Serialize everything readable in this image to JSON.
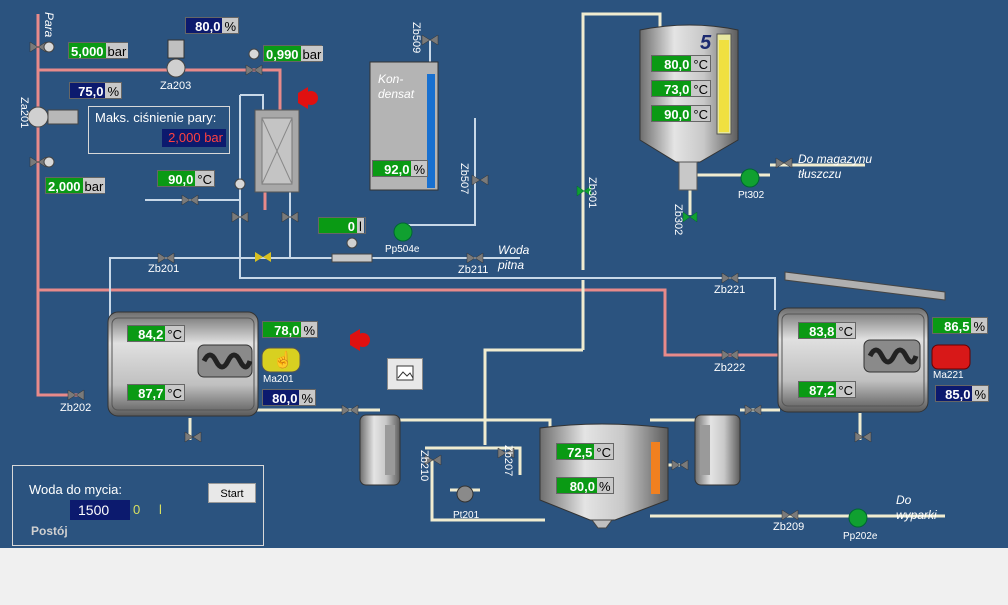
{
  "readings": {
    "steam_pressure": {
      "value": "5,000",
      "unit": "bar"
    },
    "za203_opening": {
      "value": "80,0",
      "unit": "%"
    },
    "pressure_after": {
      "value": "0,990",
      "unit": "bar"
    },
    "za201_opening": {
      "value": "75,0",
      "unit": "%"
    },
    "pressure_low": {
      "value": "2,000",
      "unit": "bar"
    },
    "exchanger_temp": {
      "value": "90,0",
      "unit": "°C"
    },
    "counter_value": {
      "value": "0",
      "unit": "l"
    },
    "condensate_level": {
      "value": "92,0",
      "unit": "%"
    },
    "tank5_temp1": {
      "value": "80,0",
      "unit": "°C"
    },
    "tank5_temp2": {
      "value": "73,0",
      "unit": "°C"
    },
    "tank5_temp3": {
      "value": "90,0",
      "unit": "°C"
    },
    "left_tank_temp1": {
      "value": "84,2",
      "unit": "°C"
    },
    "left_tank_temp2": {
      "value": "87,7",
      "unit": "°C"
    },
    "left_tank_level": {
      "value": "78,0",
      "unit": "%"
    },
    "left_tank_speed": {
      "value": "80,0",
      "unit": "%"
    },
    "right_tank_temp1": {
      "value": "83,8",
      "unit": "°C"
    },
    "right_tank_temp2": {
      "value": "87,2",
      "unit": "°C"
    },
    "right_tank_level": {
      "value": "86,5",
      "unit": "%"
    },
    "right_tank_speed": {
      "value": "85,0",
      "unit": "%"
    },
    "bottom_tank_temp": {
      "value": "72,5",
      "unit": "°C"
    },
    "bottom_tank_level": {
      "value": "80,0",
      "unit": "%"
    }
  },
  "max_pressure_panel": {
    "title": "Maks. ciśnienie pary:",
    "value": "2,000 bar"
  },
  "wash_panel": {
    "title": "Woda do mycia:",
    "value": "1500",
    "zero": "0",
    "unit": "l",
    "start_label": "Start",
    "status": "Postój"
  },
  "tank5_number": "5",
  "condensate_label": "Kon- densat",
  "labels": {
    "para": "Para",
    "za203": "Za203",
    "za201": "Za201",
    "zb509": "Zb509",
    "zb507": "Zb507",
    "pp504e": "Pp504e",
    "zb211": "Zb211",
    "woda_pitna_1": "Woda",
    "woda_pitna_2": "pitna",
    "zb201": "Zb201",
    "zb202": "Zb202",
    "ma201": "Ma201",
    "zb301": "Zb301",
    "zb302": "Zb302",
    "pt302": "Pt302",
    "do_magazynu_1": "Do magazynu",
    "do_magazynu_2": "tłuszczu",
    "zb221": "Zb221",
    "zb222": "Zb222",
    "ma221": "Ma221",
    "zb210": "Zb210",
    "zb207": "Zb207",
    "pt201": "Pt201",
    "zb209": "Zb209",
    "pp202e": "Pp202e",
    "do_wyparki_1": "Do",
    "do_wyparki_2": "wyparki"
  },
  "colors": {
    "background": "#2b537f",
    "steam_pipe": "#e88a8a",
    "water_pipe": "#c8d8e8",
    "product_pipe": "#f0ecd0",
    "value_green": "#0a9a14",
    "value_blue": "#0c1a6e",
    "alarm_red": "#e01010",
    "motor_yellow": "#d8d020",
    "motor_red": "#d81818",
    "pump_green": "#10a030"
  },
  "icons": [
    "valve-icon",
    "pump-icon",
    "motor-icon",
    "mixer-icon",
    "alarm-horn-icon",
    "image-icon",
    "hand-cursor-icon"
  ]
}
